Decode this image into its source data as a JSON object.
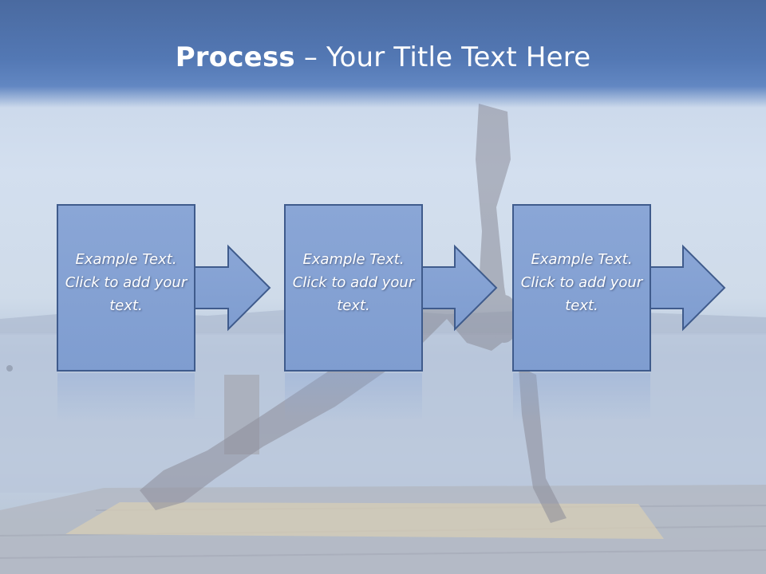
{
  "slide": {
    "title_bold": "Process",
    "title_rest": " – Your Title Text Here"
  },
  "steps": [
    {
      "text": "Example Text. Click  to add your text."
    },
    {
      "text": "Example Text. Click  to add your text."
    },
    {
      "text": "Example Text. Click  to add your text."
    }
  ],
  "colors": {
    "header": "#5378b4",
    "box_fill": "#87a3d4",
    "box_stroke": "#3d5a8a",
    "text": "#ffffff"
  }
}
